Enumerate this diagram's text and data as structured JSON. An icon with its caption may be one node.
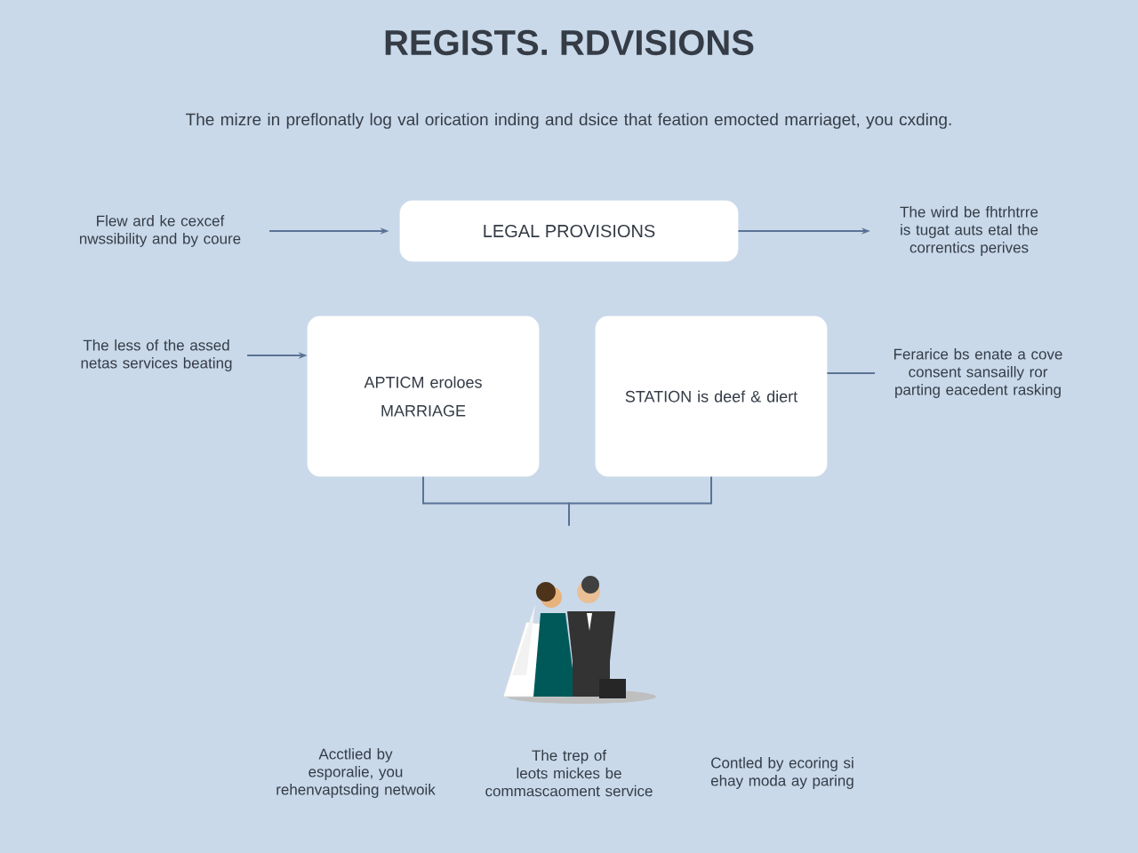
{
  "diagram": {
    "title": "REGISTS. RDVISIONS",
    "nodes": [
      {
        "text": [
          "Flew ard ke cexcef nwssibility and by coure"
        ]
      },
      {
        "text": [
          "LEGAL PROVISIONS"
        ]
      },
      {
        "text": [
          "The wird be fhtrhtrre is tugat auts etal the correntics perives"
        ]
      },
      {
        "text": [
          "The less of the assed netas services beating"
        ]
      },
      {
        "text": [
          "APTICM eroloes MARRIAGE"
        ]
      },
      {
        "text": [
          "STATION is deef & diert"
        ]
      },
      {
        "text": [
          "Ferarice bs enate a cove consent sansailly ror parting eacedent rasking"
        ]
      },
      {
        "text": [],
        "shape": "picture"
      }
    ],
    "edges": [
      {
        "from": 0,
        "to": 1,
        "arrow": "to"
      },
      {
        "from": 1,
        "to": 2,
        "arrow": "to"
      },
      {
        "from": 3,
        "to": 4,
        "arrow": "to"
      },
      {
        "from": 5,
        "to": 6,
        "arrow": "none"
      },
      {
        "from": 4,
        "to": 7,
        "arrow": "none"
      },
      {
        "from": 5,
        "to": 7,
        "arrow": "none"
      }
    ],
    "labels": [
      "The mizre in preflonatly log val orication inding and dsice that feation emocted marriaget, you cxding.",
      "Acctlied by esporalie, you rehenvaptsding netwoik",
      "The trep of leots mickes be commascaoment service",
      "Contled by ecoring si ehay moda ay paring"
    ]
  }
}
